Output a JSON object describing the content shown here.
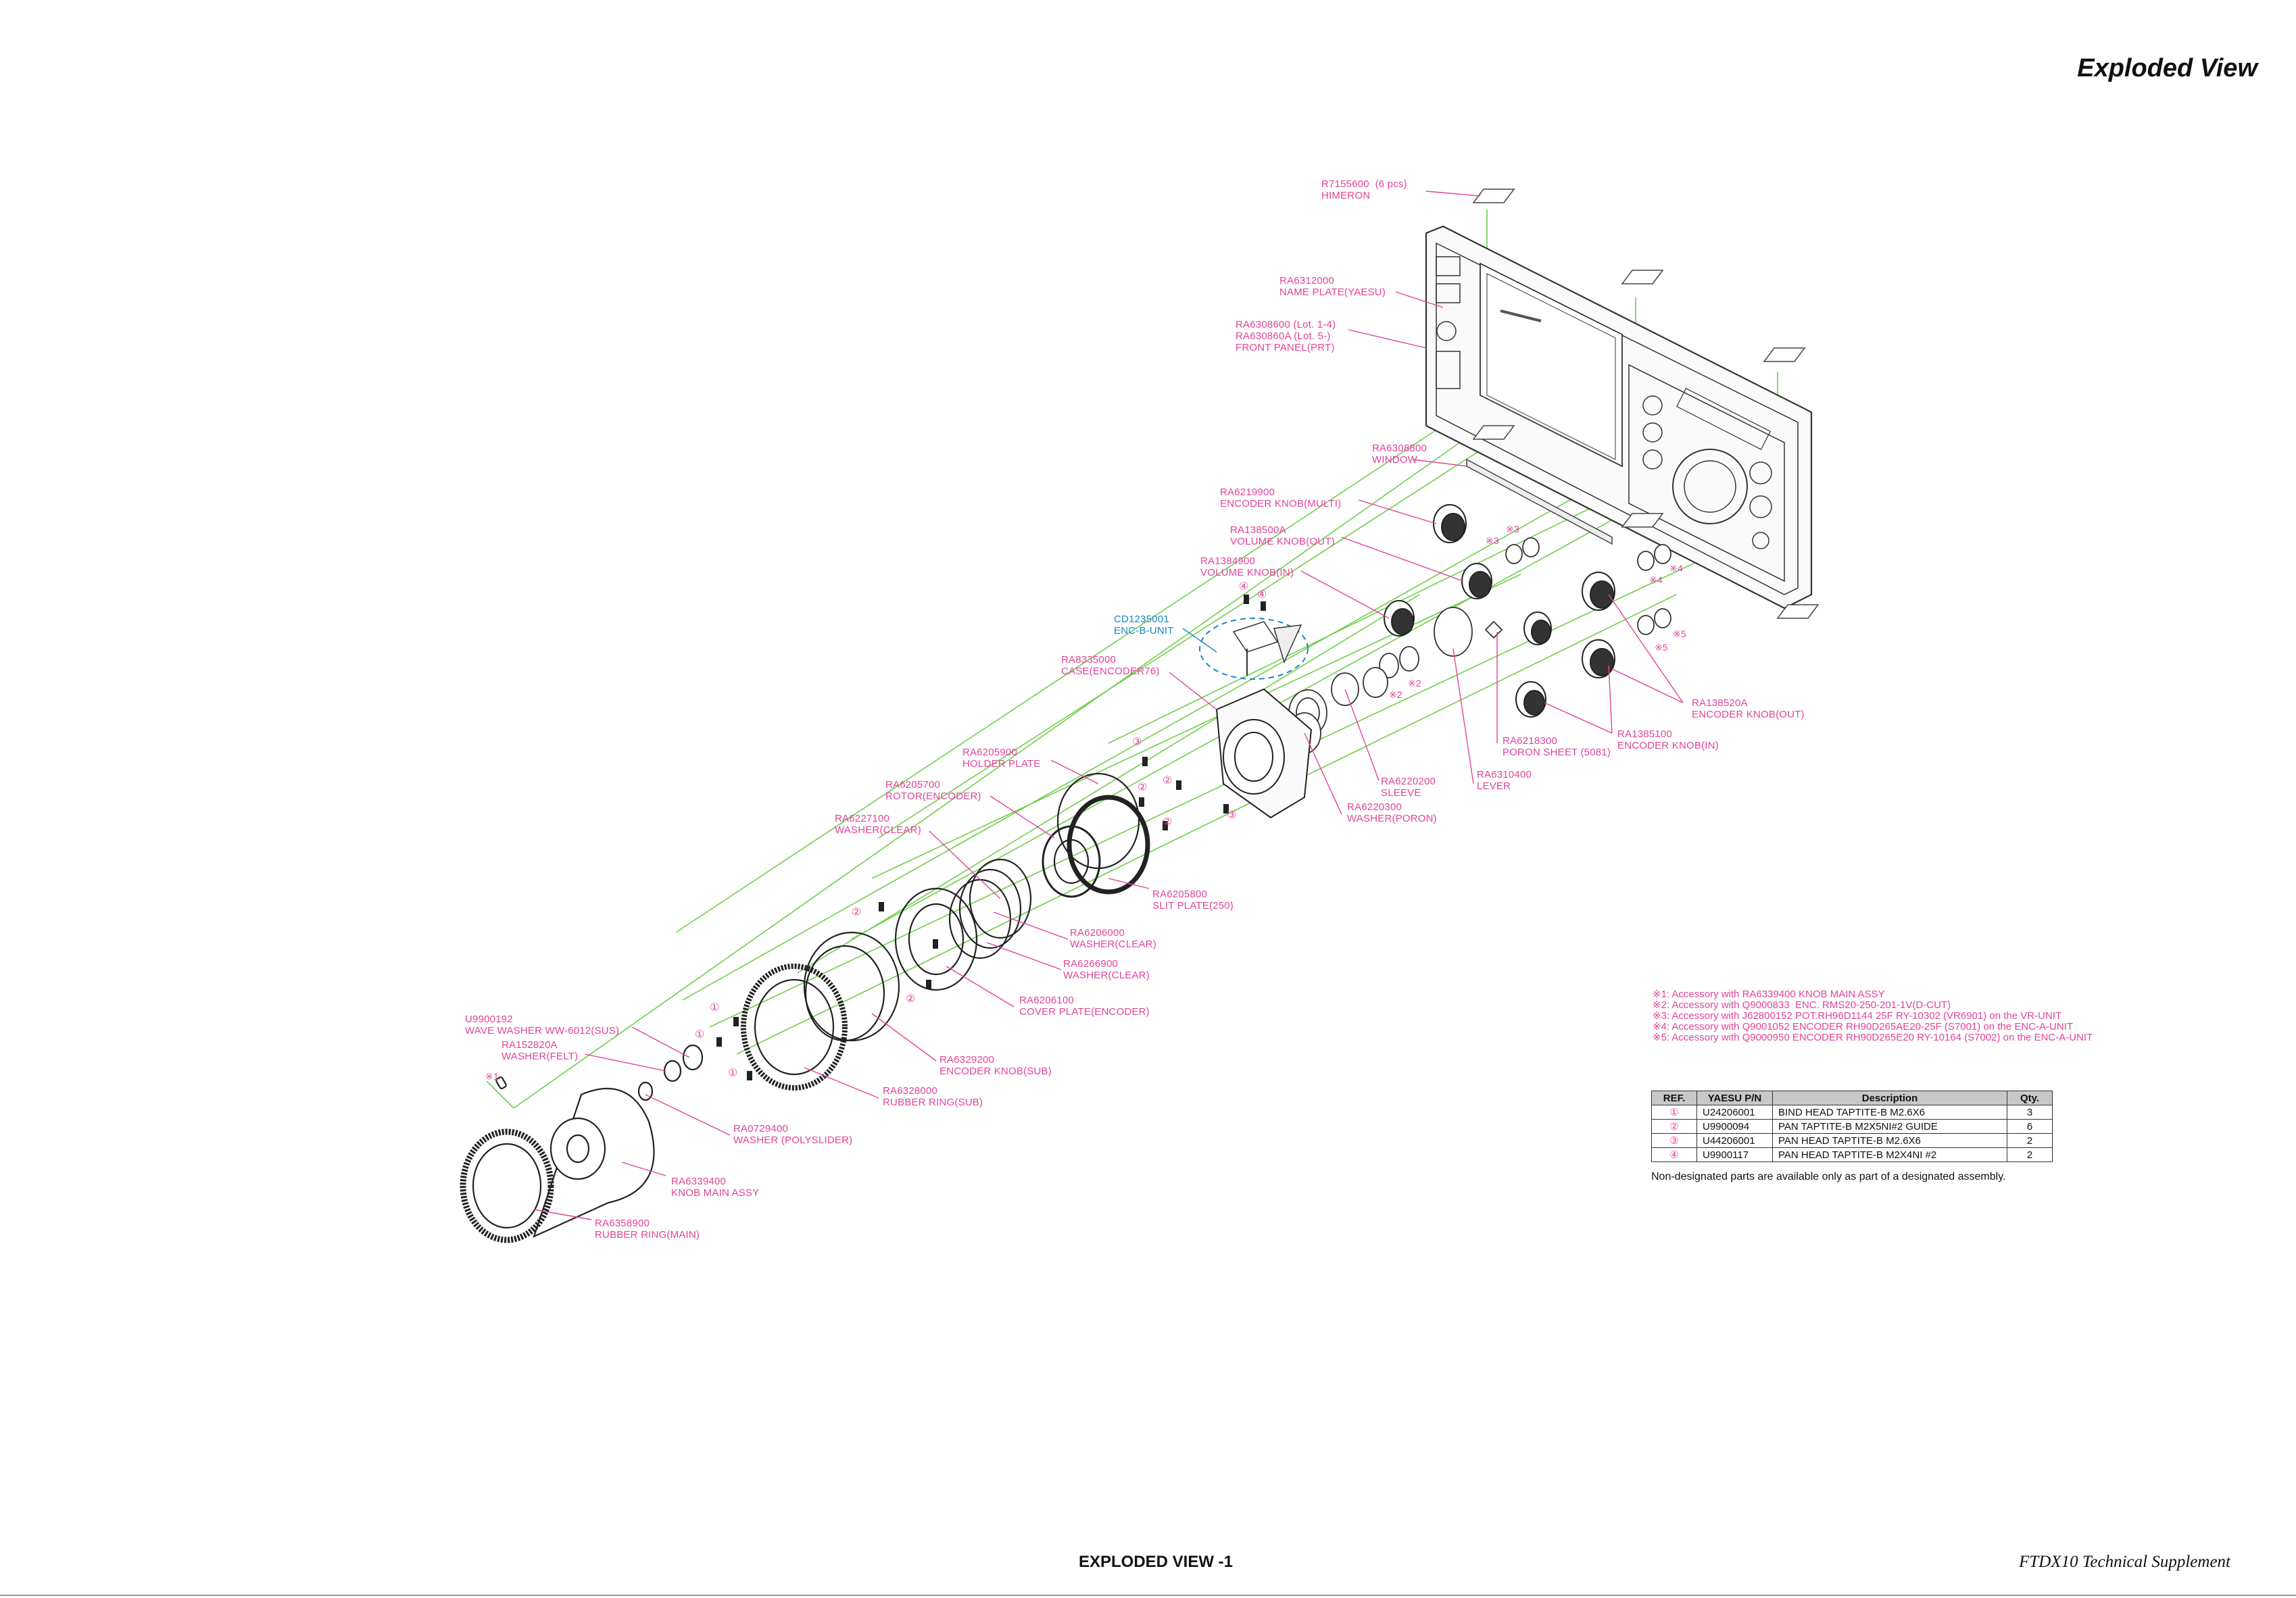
{
  "header": {
    "title": "Exploded View"
  },
  "footer": {
    "center": "EXPLODED VIEW -1",
    "right": "FTDX10 Technical Supplement"
  },
  "labels": [
    {
      "id": "himeron",
      "lines": [
        "R7155600  (6 pcs)",
        "HIMERON"
      ]
    },
    {
      "id": "name-plate",
      "lines": [
        "RA6312000",
        "NAME PLATE(YAESU)"
      ]
    },
    {
      "id": "front-panel",
      "lines": [
        "RA6308600 (Lot. 1-4)",
        "RA630860A (Lot. 5-)",
        "FRONT PANEL(PRT)"
      ]
    },
    {
      "id": "window",
      "lines": [
        "RA6308800",
        "WINDOW"
      ]
    },
    {
      "id": "encoder-knob-multi",
      "lines": [
        "RA6219900",
        "ENCODER KNOB(MULTI)"
      ]
    },
    {
      "id": "volume-knob-out",
      "lines": [
        "RA138500A",
        "VOLUME KNOB(OUT)"
      ]
    },
    {
      "id": "volume-knob-in",
      "lines": [
        "RA1384900",
        "VOLUME KNOB(IN)"
      ]
    },
    {
      "id": "enc-b-unit",
      "lines": [
        "CD1235001",
        "ENC-B-UNIT"
      ],
      "color": "blue"
    },
    {
      "id": "case-encoder",
      "lines": [
        "RA8335000",
        "CASE(ENCODER76)"
      ]
    },
    {
      "id": "holder-plate",
      "lines": [
        "RA6205900",
        "HOLDER PLATE"
      ]
    },
    {
      "id": "rotor-encoder",
      "lines": [
        "RA6205700",
        "ROTOR(ENCODER)"
      ]
    },
    {
      "id": "washer-clear-1",
      "lines": [
        "RA6227100",
        "WASHER(CLEAR)"
      ]
    },
    {
      "id": "slit-plate",
      "lines": [
        "RA6205800",
        "SLIT PLATE(250)"
      ]
    },
    {
      "id": "washer-clear-2",
      "lines": [
        "RA6206000",
        "WASHER(CLEAR)"
      ]
    },
    {
      "id": "washer-clear-3",
      "lines": [
        "RA6266900",
        "WASHER(CLEAR)"
      ]
    },
    {
      "id": "cover-plate",
      "lines": [
        "RA6206100",
        "COVER PLATE(ENCODER)"
      ]
    },
    {
      "id": "encoder-knob-sub",
      "lines": [
        "RA6329200",
        "ENCODER KNOB(SUB)"
      ]
    },
    {
      "id": "rubber-ring-sub",
      "lines": [
        "RA6328000",
        "RUBBER RING(SUB)"
      ]
    },
    {
      "id": "wave-washer",
      "lines": [
        "U9900192",
        "WAVE WASHER WW-6012(SUS)"
      ]
    },
    {
      "id": "washer-felt",
      "lines": [
        "RA152820A",
        "WASHER(FELT)"
      ]
    },
    {
      "id": "washer-polyslider",
      "lines": [
        "RA0729400",
        "WASHER (POLYSLIDER)"
      ]
    },
    {
      "id": "knob-main-assy",
      "lines": [
        "RA6339400",
        "KNOB MAIN ASSY"
      ]
    },
    {
      "id": "rubber-ring-main",
      "lines": [
        "RA6358900",
        "RUBBER RING(MAIN)"
      ]
    },
    {
      "id": "sleeve",
      "lines": [
        "RA6220200",
        "SLEEVE"
      ]
    },
    {
      "id": "washer-poron",
      "lines": [
        "RA6220300",
        "WASHER(PORON)"
      ]
    },
    {
      "id": "lever",
      "lines": [
        "RA6310400",
        "LEVER"
      ]
    },
    {
      "id": "poron-sheet",
      "lines": [
        "RA6218300",
        "PORON SHEET (5081)"
      ]
    },
    {
      "id": "encoder-knob-in",
      "lines": [
        "RA1385100",
        "ENCODER KNOB(IN)"
      ]
    },
    {
      "id": "encoder-knob-out",
      "lines": [
        "RA138520A",
        "ENCODER KNOB(OUT)"
      ]
    }
  ],
  "callouts": {
    "c1": "①",
    "c2": "②",
    "c3": "③",
    "c4": "④",
    "n1": "※1",
    "n2": "※2",
    "n3": "※3",
    "n4": "※4",
    "n5": "※5"
  },
  "notes": [
    "※1: Accessory with RA6339400 KNOB MAIN ASSY",
    "※2: Accessory with Q9000833  ENC. RMS20-250-201-1V(D-CUT)",
    "※3: Accessory with J62800152 POT.RH96D1144 25F RY-10302 (VR6901) on the VR-UNIT",
    "※4: Accessory with Q9001052 ENCODER RH90D265AE20-25F (S7001) on the ENC-A-UNIT",
    "※5: Accessory with Q9000950 ENCODER RH90D265E20 RY-10164 (S7002) on the ENC-A-UNIT"
  ],
  "parts_table": {
    "headers": [
      "REF.",
      "YAESU P/N",
      "Description",
      "Qty."
    ],
    "rows": [
      [
        "①",
        "U24206001",
        "BIND HEAD TAPTITE-B M2.6X6",
        "3"
      ],
      [
        "②",
        "U9900094",
        "PAN TAPTITE-B M2X5NI#2 GUIDE",
        "6"
      ],
      [
        "③",
        "U44206001",
        "PAN HEAD TAPTITE-B M2.6X6",
        "2"
      ],
      [
        "④",
        "U9900117",
        "PAN HEAD TAPTITE-B M2X4NI #2",
        "2"
      ]
    ]
  },
  "non_designated_note": "Non-designated parts are available only as part of a designated assembly.",
  "colors": {
    "label": "#e2439b",
    "leader": "#e2439b",
    "axis": "#6fcf4a",
    "blue": "#1a86c9"
  }
}
